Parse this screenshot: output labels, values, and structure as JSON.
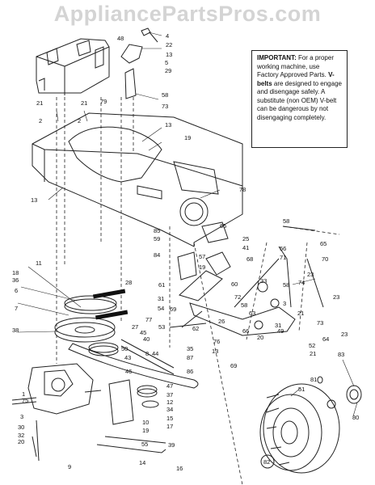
{
  "watermark": "AppliancePartsPros.com",
  "note": {
    "important_label": "IMPORTANT:",
    "important_text": " For a proper working machine, use Factory Approved Parts.",
    "vbelts_label": "V-belts",
    "vbelts_text": " are designed to engage and disengage safely. A substitute (non OEM) V-belt can be dangerous by not disengaging completely."
  },
  "labels": {
    "p4": "4",
    "p48": "48",
    "p22": "22",
    "p5": "5",
    "p13a": "13",
    "p29": "29",
    "p58a": "58",
    "p73a": "73",
    "p21a": "21",
    "p79": "79",
    "p21b": "21",
    "p2a": "2",
    "p2b": "2",
    "p13b": "13",
    "p19a": "19",
    "p13c": "13",
    "p78": "78",
    "p65a": "65",
    "p58b": "58",
    "p65b": "65",
    "p25": "25",
    "p41": "41",
    "p56": "56",
    "p71": "71",
    "p70": "70",
    "p85": "85",
    "p59": "59",
    "p84a": "84",
    "p57": "57",
    "p19b": "19",
    "p23a": "23",
    "p68": "68",
    "p11": "11",
    "p18": "18",
    "p36": "36",
    "p6": "6",
    "p28": "28",
    "p61": "61",
    "p58c": "58",
    "p74": "74",
    "p33": "33",
    "p60": "60",
    "p7": "7",
    "p31": "31",
    "p54": "54",
    "p72": "72",
    "p23b": "23",
    "p69a": "69",
    "p77": "77",
    "p53": "53",
    "p58d": "58",
    "p21c": "21",
    "p3": "3",
    "p66": "66",
    "p62": "62",
    "p26": "26",
    "p63": "63",
    "p76": "76",
    "p13d": "13",
    "p31b": "31",
    "p49": "49",
    "p20": "20",
    "p73b": "73",
    "p52": "52",
    "p64": "64",
    "p23c": "23",
    "p38": "38",
    "p27": "27",
    "p45": "45",
    "p50": "50",
    "p40": "40",
    "p8": "8",
    "p44": "44",
    "p43": "43",
    "p69b": "69",
    "p21d": "21",
    "p35": "35",
    "p87": "87",
    "p86": "86",
    "p83": "83",
    "p81": "81",
    "p51": "51",
    "p80": "80",
    "p47": "47",
    "p1": "1",
    "p75": "75",
    "p30": "30",
    "p32": "32",
    "p34": "34",
    "p12": "12",
    "p37": "37",
    "p10": "10",
    "p15": "15",
    "p17": "17",
    "p19c": "19",
    "p55": "55",
    "p39": "39",
    "p14": "14",
    "p16": "16",
    "p9": "9",
    "p82": "82",
    "p46": "46"
  }
}
